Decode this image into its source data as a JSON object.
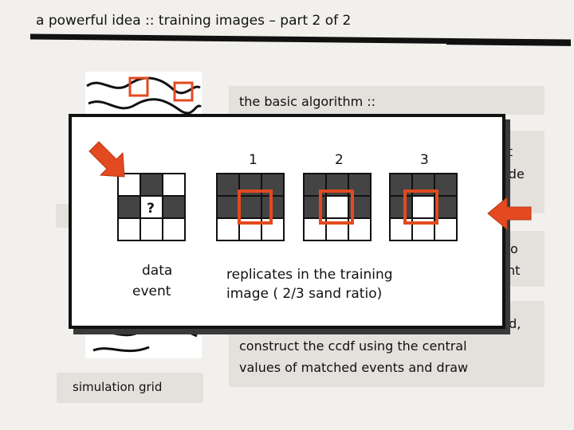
{
  "slide": {
    "title": "a powerful idea :: training images – part 2 of 2",
    "sim_label": "simulation grid",
    "algo_heading": "the basic algorithm ::",
    "partial_1": [
      "ct",
      "ode"
    ],
    "partial_2": [
      "o",
      "nt"
    ],
    "bottom_text": [
      "nd,",
      "construct the ccdf using the central",
      "values of matched events and draw"
    ]
  },
  "overlay": {
    "numbers": [
      "1",
      "2",
      "3"
    ],
    "question": "?",
    "data_event_label": [
      "data",
      "event"
    ],
    "replicates_label": [
      "replicates in the training",
      "image ( 2/3 sand ratio)"
    ]
  },
  "colors": {
    "accent": "#e34a1f",
    "dark_cell": "#444444",
    "panel": "#e4e1dd"
  }
}
